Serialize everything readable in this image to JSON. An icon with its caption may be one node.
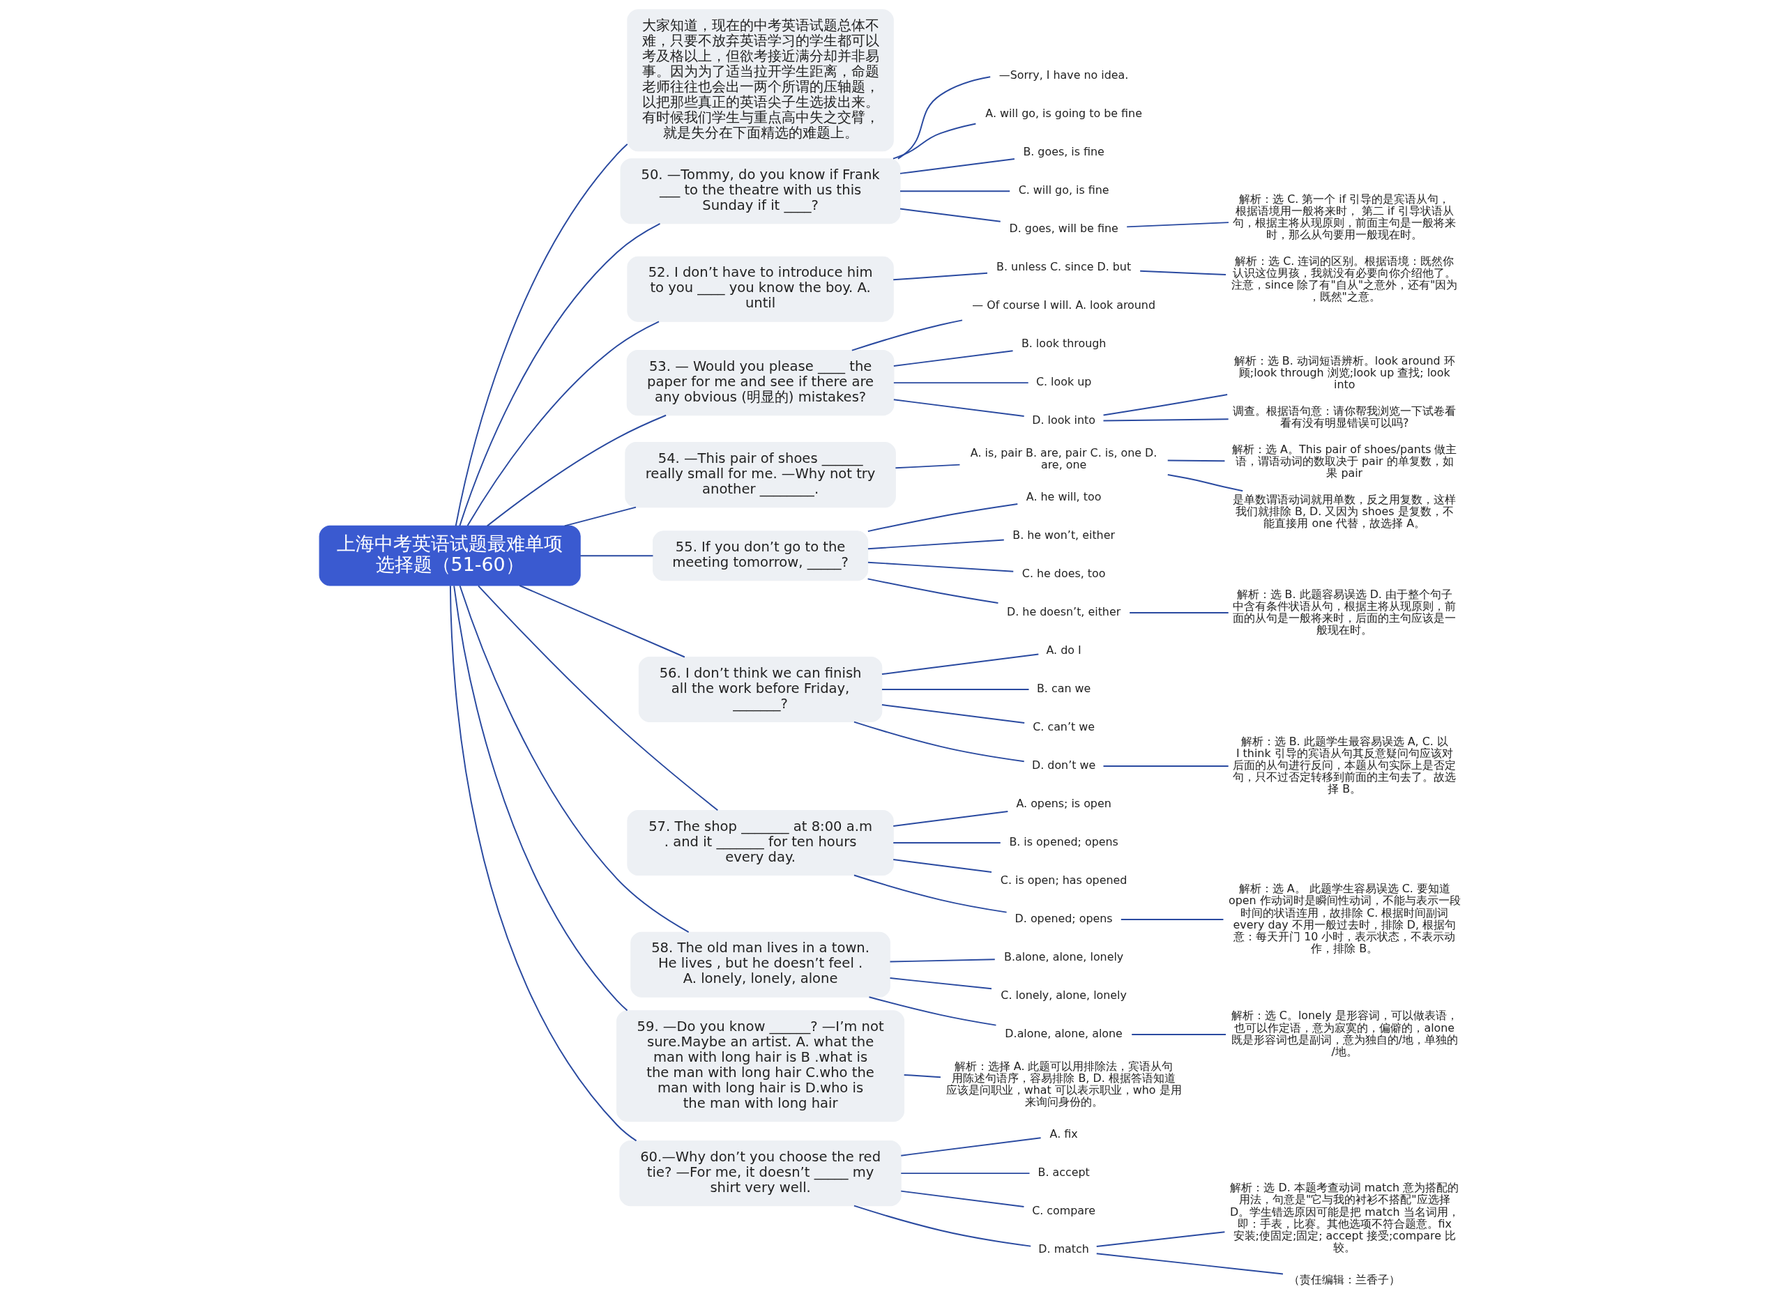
{
  "diagram": {
    "nodes": [
      {
        "text": [
          "上海中考英语试题最难单项选择题（51-60）"
        ]
      },
      {
        "text": [
          "大家知道，现在的中考英语试题总体不难，只要不放弃英语学习的学生都可以考及格以上，但欲考接近满分却并非易事。因为为了适当拉开学生距离，命题老师往往也会出一两个所谓的压轴题，以把那些真正的英语尖子生选拔出来。有时候我们学生与重点高中失之交臂，就是失分在下面精选的难题上。"
        ]
      },
      {
        "text": [
          "50. —Tommy, do you know if Frank ___ to the theatre with us this Sunday if it ____?"
        ]
      },
      {
        "text": [
          "—Sorry, I have no idea."
        ]
      },
      {
        "text": [
          "A. will go, is going to be fine"
        ]
      },
      {
        "text": [
          "B. goes, is fine"
        ]
      },
      {
        "text": [
          "C. will go, is fine"
        ]
      },
      {
        "text": [
          "D. goes, will be fine"
        ]
      },
      {
        "text": [
          "解析：选 C. 第一个 if 引导的是宾语从句，根据语境用一般将来时， 第二 if 引导状语从句，根据主将从现原则，前面主句是一般将来时，那么从句要用一般现在时。"
        ]
      },
      {
        "text": [
          "52. I don’t have to introduce him to you ____ you know the boy. A. until"
        ]
      },
      {
        "text": [
          "B. unless C. since D. but"
        ]
      },
      {
        "text": [
          "解析：选 C. 连词的区别。根据语境：既然你认识这位男孩，我就没有必要向你介绍他了。注意，since 除了有\"自从\"之意外，还有\"因为，既然\"之意。"
        ]
      },
      {
        "text": [
          "53. — Would you please ____ the paper for me and see if there are any obvious (明显的) mistakes?"
        ]
      },
      {
        "text": [
          "— Of course I will. A. look around"
        ]
      },
      {
        "text": [
          "B. look through"
        ]
      },
      {
        "text": [
          "C. look up"
        ]
      },
      {
        "text": [
          "D. look into"
        ]
      },
      {
        "text": [
          "解析：选 B. 动词短语辨析。look around 环顾;look through 浏览;look up 查找; look into"
        ]
      },
      {
        "text": [
          "调查。根据语句意：请你帮我浏览一下试卷看看有没有明显错误可以吗?"
        ]
      },
      {
        "text": [
          "54. —This pair of shoes ______ really small for me. —Why not try another ________."
        ]
      },
      {
        "text": [
          "A. is, pair B. are, pair C. is, one D. are, one"
        ]
      },
      {
        "text": [
          "解析：选 A。This pair of shoes/pants 做主语，谓语动词的数取决于 pair 的单复数，如果 pair"
        ]
      },
      {
        "text": [
          "是单数谓语动词就用单数，反之用复数，这样我们就排除 B, D. 又因为 shoes 是复数，不能直接用 one 代替，故选择 A。"
        ]
      },
      {
        "text": [
          "55. If you don’t go to the meeting tomorrow, _____?"
        ]
      },
      {
        "text": [
          "A. he will, too"
        ]
      },
      {
        "text": [
          "B. he won’t, either"
        ]
      },
      {
        "text": [
          "C. he does, too"
        ]
      },
      {
        "text": [
          "D. he doesn’t, either"
        ]
      },
      {
        "text": [
          "解析：选 B. 此题容易误选 D. 由于整个句子中含有条件状语从句，根据主将从现原则，前面的从句是一般将来时，后面的主句应该是一般现在时。"
        ]
      },
      {
        "text": [
          "56. I don’t think we can finish all the work before Friday, _______?"
        ]
      },
      {
        "text": [
          "A. do I"
        ]
      },
      {
        "text": [
          "B. can we"
        ]
      },
      {
        "text": [
          "C. can’t we"
        ]
      },
      {
        "text": [
          "D. don’t we"
        ]
      },
      {
        "text": [
          "解析：选 B. 此题学生最容易误选 A, C. 以 I think 引导的宾语从句其反意疑问句应该对后面的从句进行反问，本题从句实际上是否定句，只不过否定转移到前面的主句去了。故选择 B。"
        ]
      },
      {
        "text": [
          "57. The shop _______ at 8:00 a.m . and it _______ for ten hours every day."
        ]
      },
      {
        "text": [
          "A. opens; is open"
        ]
      },
      {
        "text": [
          "B. is opened; opens"
        ]
      },
      {
        "text": [
          "C. is open; has opened"
        ]
      },
      {
        "text": [
          "D. opened; opens"
        ]
      },
      {
        "text": [
          "解析：选 A。 此题学生容易误选 C. 要知道 open 作动词时是瞬间性动词，不能与表示一段时间的状语连用，故排除 C. 根据时间副词 every day 不用一般过去时，排除 D, 根据句意：每天开门 10 小时，表示状态，不表示动作，排除 B。"
        ]
      },
      {
        "text": [
          "58. The old man lives in a town. He lives , but he doesn’t feel . A. lonely, lonely, alone"
        ]
      },
      {
        "text": [
          "B.alone, alone, lonely"
        ]
      },
      {
        "text": [
          "C. lonely, alone, lonely"
        ]
      },
      {
        "text": [
          "D.alone, alone, alone"
        ]
      },
      {
        "text": [
          "解析：选 C。lonely 是形容词，可以做表语，也可以作定语，意为寂寞的，偏僻的，alone 既是形容词也是副词，意为独自的/地，单独的/地。"
        ]
      },
      {
        "text": [
          "59. —Do you know ______? —I’m not sure.Maybe an artist. A. what the man with long hair is B .what is the man with long hair C.who the man with long hair is D.who is the man with long hair"
        ]
      },
      {
        "text": [
          "解析：选择 A. 此题可以用排除法，宾语从句用陈述句语序，容易排除 B, D. 根据答语知道应该是问职业，what 可以表示职业，who 是用来询问身份的。"
        ]
      },
      {
        "text": [
          "60.—Why don’t you choose the red tie? —For me, it doesn’t _____ my shirt very well."
        ]
      },
      {
        "text": [
          "A. fix"
        ]
      },
      {
        "text": [
          "B. accept"
        ]
      },
      {
        "text": [
          "C. compare"
        ]
      },
      {
        "text": [
          "D. match"
        ]
      },
      {
        "text": [
          "解析：选 D. 本题考查动词 match 意为搭配的用法，句意是\"它与我的衬衫不搭配\"应选择 D。学生错选原因可能是把 match 当名词用，即：手表，比赛。其他选项不符合题意。fix 安装;使固定;固定; accept 接受;compare 比较。"
        ]
      },
      {
        "text": [
          "（责任编辑：兰香子）"
        ]
      }
    ],
    "edges": [
      {
        "from": 0,
        "to": 1,
        "arrow": "none"
      },
      {
        "from": 0,
        "to": 2,
        "arrow": "none"
      },
      {
        "from": 2,
        "to": 3,
        "arrow": "none"
      },
      {
        "from": 2,
        "to": 4,
        "arrow": "none"
      },
      {
        "from": 2,
        "to": 5,
        "arrow": "none"
      },
      {
        "from": 2,
        "to": 6,
        "arrow": "none"
      },
      {
        "from": 2,
        "to": 7,
        "arrow": "none"
      },
      {
        "from": 7,
        "to": 8,
        "arrow": "none"
      },
      {
        "from": 0,
        "to": 9,
        "arrow": "none"
      },
      {
        "from": 9,
        "to": 10,
        "arrow": "none"
      },
      {
        "from": 10,
        "to": 11,
        "arrow": "none"
      },
      {
        "from": 0,
        "to": 12,
        "arrow": "none"
      },
      {
        "from": 12,
        "to": 13,
        "arrow": "none"
      },
      {
        "from": 12,
        "to": 14,
        "arrow": "none"
      },
      {
        "from": 12,
        "to": 15,
        "arrow": "none"
      },
      {
        "from": 12,
        "to": 16,
        "arrow": "none"
      },
      {
        "from": 16,
        "to": 17,
        "arrow": "none"
      },
      {
        "from": 16,
        "to": 18,
        "arrow": "none"
      },
      {
        "from": 0,
        "to": 19,
        "arrow": "none"
      },
      {
        "from": 19,
        "to": 20,
        "arrow": "none"
      },
      {
        "from": 20,
        "to": 21,
        "arrow": "none"
      },
      {
        "from": 20,
        "to": 22,
        "arrow": "none"
      },
      {
        "from": 0,
        "to": 23,
        "arrow": "none"
      },
      {
        "from": 23,
        "to": 24,
        "arrow": "none"
      },
      {
        "from": 23,
        "to": 25,
        "arrow": "none"
      },
      {
        "from": 23,
        "to": 26,
        "arrow": "none"
      },
      {
        "from": 23,
        "to": 27,
        "arrow": "none"
      },
      {
        "from": 27,
        "to": 28,
        "arrow": "none"
      },
      {
        "from": 0,
        "to": 29,
        "arrow": "none"
      },
      {
        "from": 29,
        "to": 30,
        "arrow": "none"
      },
      {
        "from": 29,
        "to": 31,
        "arrow": "none"
      },
      {
        "from": 29,
        "to": 32,
        "arrow": "none"
      },
      {
        "from": 29,
        "to": 33,
        "arrow": "none"
      },
      {
        "from": 33,
        "to": 34,
        "arrow": "none"
      },
      {
        "from": 0,
        "to": 35,
        "arrow": "none"
      },
      {
        "from": 35,
        "to": 36,
        "arrow": "none"
      },
      {
        "from": 35,
        "to": 37,
        "arrow": "none"
      },
      {
        "from": 35,
        "to": 38,
        "arrow": "none"
      },
      {
        "from": 35,
        "to": 39,
        "arrow": "none"
      },
      {
        "from": 39,
        "to": 40,
        "arrow": "none"
      },
      {
        "from": 0,
        "to": 41,
        "arrow": "none"
      },
      {
        "from": 41,
        "to": 42,
        "arrow": "none"
      },
      {
        "from": 41,
        "to": 43,
        "arrow": "none"
      },
      {
        "from": 41,
        "to": 44,
        "arrow": "none"
      },
      {
        "from": 44,
        "to": 45,
        "arrow": "none"
      },
      {
        "from": 0,
        "to": 46,
        "arrow": "none"
      },
      {
        "from": 46,
        "to": 47,
        "arrow": "none"
      },
      {
        "from": 0,
        "to": 48,
        "arrow": "none"
      },
      {
        "from": 48,
        "to": 49,
        "arrow": "none"
      },
      {
        "from": 48,
        "to": 50,
        "arrow": "none"
      },
      {
        "from": 48,
        "to": 51,
        "arrow": "none"
      },
      {
        "from": 48,
        "to": 52,
        "arrow": "none"
      },
      {
        "from": 52,
        "to": 53,
        "arrow": "none"
      },
      {
        "from": 52,
        "to": 54,
        "arrow": "none"
      }
    ]
  }
}
